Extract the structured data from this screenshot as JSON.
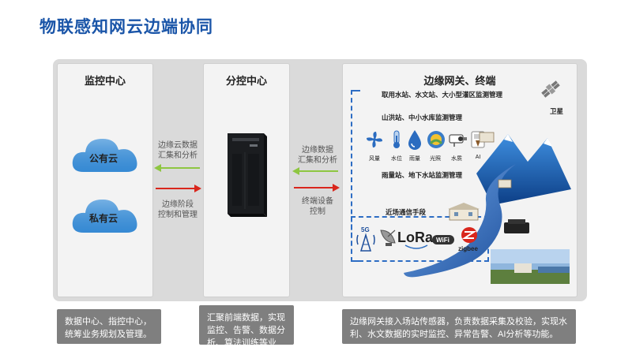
{
  "title": "物联感知网云边端协同",
  "monitor": {
    "title": "监控中心",
    "public_cloud": "公有云",
    "private_cloud": "私有云",
    "note": "数据中心、指控中心，统筹业务规划及管理。"
  },
  "branch": {
    "title": "分控中心",
    "note": "汇聚前端数据，实现监控、告警、数据分析、算法训练等业务。"
  },
  "edge": {
    "title": "边缘网关、终端",
    "line1": "取用水站、水文站、大小型灌区监测管理",
    "line2": "山洪站、中小水库监测管理",
    "line3": "雨量站、地下水站监测管理",
    "near_comm": "近场通信手段",
    "satellite": "卫星",
    "sensors": [
      "风量",
      "水位",
      "雨量",
      "光照",
      "水质",
      "AI"
    ],
    "comm": [
      "5G",
      "LoRa",
      "WiFi",
      "zigbee"
    ],
    "note": "边缘网关接入场站传感器，负责数据采集及校验，实现水利、水文数据的实时监控、异常告警、AI分析等功能。"
  },
  "arrows": {
    "left_top_1": "边缘云数据",
    "left_top_2": "汇集和分析",
    "left_bottom_1": "边缘阶段",
    "left_bottom_2": "控制和管理",
    "right_top_1": "边缘数据",
    "right_top_2": "汇集和分析",
    "right_bottom_1": "终端设备",
    "right_bottom_2": "控制"
  },
  "colors": {
    "title": "#1a55a8",
    "cloud": "#3a8fd8",
    "arrow_green": "#8ec641",
    "arrow_red": "#d9261c",
    "dashed": "#2d6dc4",
    "note_bg": "#7f7f7f"
  }
}
